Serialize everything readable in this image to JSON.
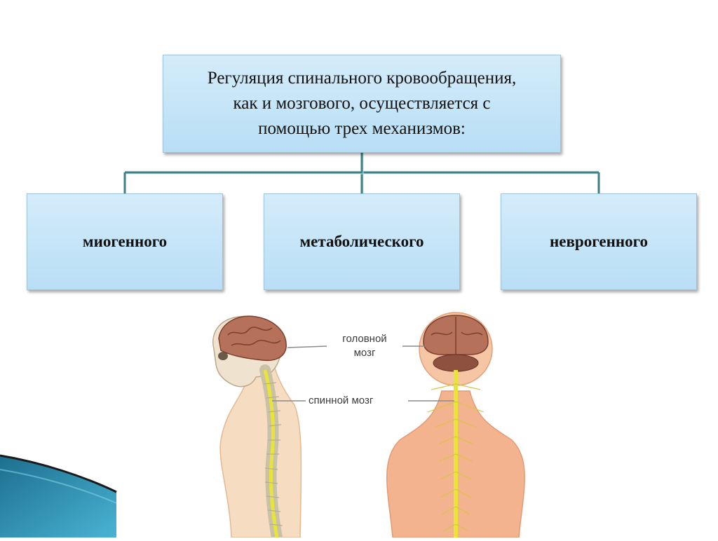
{
  "title_box": {
    "line1": "Регуляция спинального кровообращения,",
    "line2": "как и мозгового, осуществляется с",
    "line3": "помощью трех механизмов:"
  },
  "mechanisms": [
    {
      "label": "миогенного"
    },
    {
      "label": "метаболического"
    },
    {
      "label": "неврогенного"
    }
  ],
  "illustration": {
    "label_brain_line1": "головной",
    "label_brain_line2": "мозг",
    "label_spinal": "спинной мозг"
  },
  "colors": {
    "box_fill": "#c6e6f8",
    "connector": "#3e7f86",
    "corner_deco": "#2f8fb0"
  }
}
